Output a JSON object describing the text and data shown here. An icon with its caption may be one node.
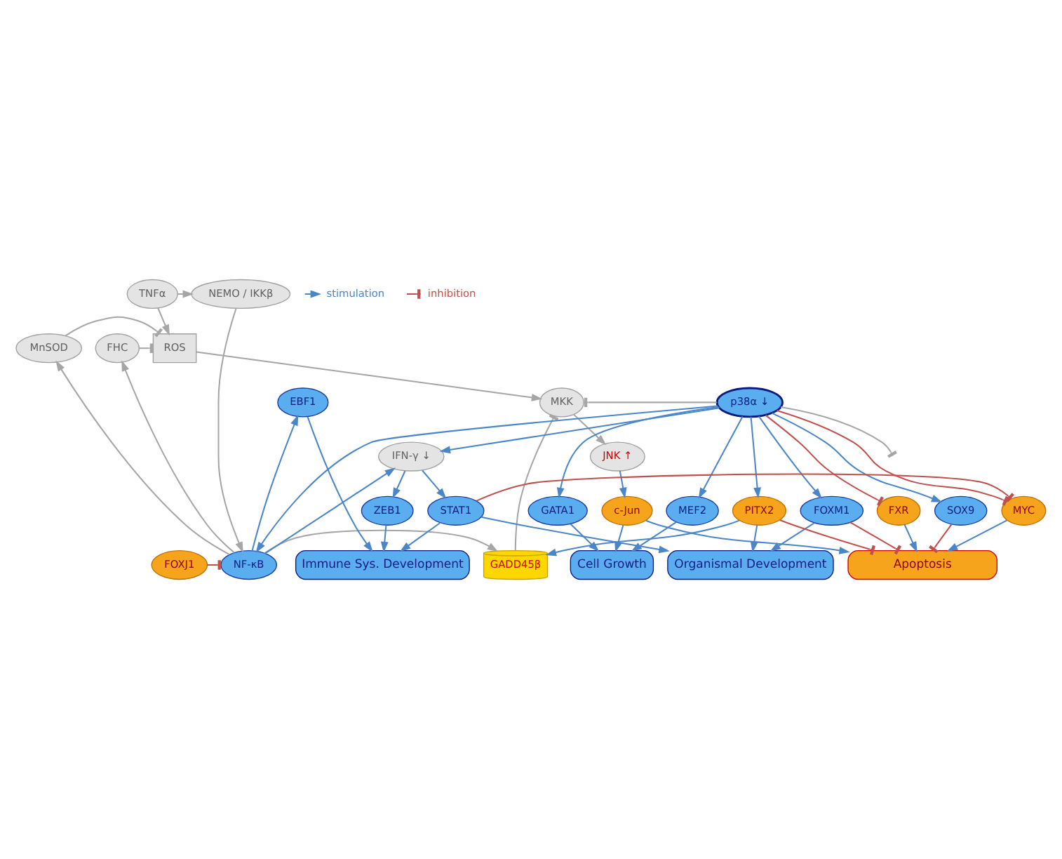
{
  "diagram": {
    "nodes": [
      {
        "text": [
          "TNFα"
        ]
      },
      {
        "text": [
          "NEMO / IKKβ"
        ]
      },
      {
        "text": [
          "MnSOD"
        ]
      },
      {
        "text": [
          "ROS"
        ]
      },
      {
        "text": [
          "FHC"
        ]
      },
      {
        "text": [
          "NF-κB"
        ]
      },
      {
        "text": [
          "FOXJ1"
        ]
      },
      {
        "text": [
          "GADD45β"
        ]
      },
      {
        "text": [
          "MKK"
        ]
      },
      {
        "text": [
          "p38α ↓"
        ]
      },
      {
        "text": [
          "EBF1"
        ]
      },
      {
        "text": [
          "JNK ↑"
        ]
      },
      {
        "text": [
          "IFN-γ ↓"
        ]
      },
      {
        "text": [
          "MEF2"
        ]
      },
      {
        "text": [
          "FOXM1"
        ]
      },
      {
        "text": [
          "GATA1"
        ]
      },
      {
        "text": [
          "PITX2"
        ]
      },
      {
        "text": [
          "FXR"
        ]
      },
      {
        "text": [
          "ZEB1"
        ]
      },
      {
        "text": [
          "c-Jun"
        ]
      },
      {
        "text": [
          "SOX9"
        ]
      },
      {
        "text": [
          "MYC"
        ]
      },
      {
        "text": [
          "STAT1"
        ]
      },
      {
        "text": [
          "Cell Growth"
        ]
      },
      {
        "text": [
          "Apoptosis"
        ]
      },
      {
        "text": [
          "Organismal Development"
        ]
      },
      {
        "text": [
          "Immune Sys. Development"
        ]
      }
    ],
    "edges": [
      {
        "from": 0,
        "to": 1,
        "arrow": "to",
        "color": "#a6a6a6"
      },
      {
        "from": 0,
        "to": 3,
        "arrow": "to",
        "color": "#a6a6a6"
      },
      {
        "from": 1,
        "to": 5,
        "arrow": "to",
        "color": "#a6a6a6"
      },
      {
        "from": 5,
        "to": 2,
        "arrow": "to",
        "color": "#a6a6a6"
      },
      {
        "from": 2,
        "to": 3,
        "arrow": "other",
        "color": "#a6a6a6"
      },
      {
        "from": 5,
        "to": 4,
        "arrow": "to",
        "color": "#a6a6a6"
      },
      {
        "from": 4,
        "to": 3,
        "arrow": "other",
        "color": "#a6a6a6"
      },
      {
        "from": 5,
        "to": 7,
        "arrow": "to",
        "color": "#a6a6a6"
      },
      {
        "from": 7,
        "to": 8,
        "arrow": "other",
        "color": "#a6a6a6"
      },
      {
        "from": 3,
        "to": 8,
        "arrow": "to",
        "color": "#a6a6a6"
      },
      {
        "from": 9,
        "to": 8,
        "arrow": "other",
        "color": "#a6a6a6"
      },
      {
        "from": 9,
        "to": null,
        "arrow": "other",
        "color": "#a6a6a6"
      },
      {
        "from": 8,
        "to": 11,
        "arrow": "to",
        "color": "#a6a6a6"
      },
      {
        "from": 6,
        "to": 5,
        "arrow": "other",
        "color": "#c0504d"
      },
      {
        "from": 9,
        "to": 5,
        "arrow": "to"
      },
      {
        "from": 16,
        "to": 7,
        "arrow": "to"
      },
      {
        "from": 5,
        "to": 10,
        "arrow": "to"
      },
      {
        "from": 5,
        "to": 12,
        "arrow": "to"
      },
      {
        "from": 9,
        "to": 12,
        "arrow": "to"
      },
      {
        "from": 9,
        "to": 15,
        "arrow": "to"
      },
      {
        "from": 9,
        "to": 13,
        "arrow": "to"
      },
      {
        "from": 9,
        "to": 20,
        "arrow": "to"
      },
      {
        "from": 9,
        "to": 14,
        "arrow": "to"
      },
      {
        "from": 9,
        "to": 16,
        "arrow": "to"
      },
      {
        "from": 9,
        "to": 17,
        "arrow": "other",
        "color": "#c0504d"
      },
      {
        "from": 9,
        "to": 21,
        "arrow": "other",
        "color": "#c0504d"
      },
      {
        "from": 10,
        "to": 26,
        "arrow": "to"
      },
      {
        "from": 11,
        "to": 19,
        "arrow": "to"
      },
      {
        "from": 12,
        "to": 18,
        "arrow": "to"
      },
      {
        "from": 12,
        "to": 22,
        "arrow": "to"
      },
      {
        "from": 19,
        "to": 23,
        "arrow": "to"
      },
      {
        "from": 19,
        "to": 24,
        "arrow": "to"
      },
      {
        "from": 15,
        "to": 23,
        "arrow": "to"
      },
      {
        "from": 13,
        "to": 23,
        "arrow": "to"
      },
      {
        "from": 20,
        "to": 24,
        "arrow": "other",
        "color": "#c0504d"
      },
      {
        "from": 17,
        "to": 24,
        "arrow": "to"
      },
      {
        "from": 21,
        "to": 24,
        "arrow": "to"
      },
      {
        "from": 14,
        "to": 24,
        "arrow": "other",
        "color": "#c0504d"
      },
      {
        "from": 16,
        "to": 24,
        "arrow": "other",
        "color": "#c0504d"
      },
      {
        "from": 22,
        "to": 21,
        "arrow": "other",
        "color": "#c0504d"
      },
      {
        "from": 14,
        "to": 25,
        "arrow": "to"
      },
      {
        "from": 16,
        "to": 25,
        "arrow": "to"
      },
      {
        "from": 22,
        "to": 25,
        "arrow": "to"
      },
      {
        "from": 22,
        "to": 26,
        "arrow": "to"
      },
      {
        "from": 18,
        "to": 26,
        "arrow": "to"
      }
    ],
    "legend": [
      {
        "text": "stimulation"
      },
      {
        "text": "inhibition"
      }
    ]
  }
}
